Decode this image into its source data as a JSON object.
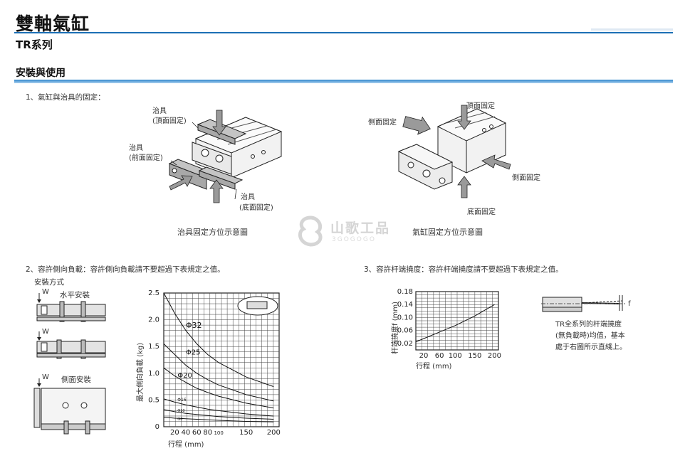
{
  "header": {
    "title": "雙軸氣缸",
    "series": "TR系列"
  },
  "section": {
    "title": "安裝與使用"
  },
  "part1": {
    "heading": "1、氣缸與治具的固定：",
    "left_labels": {
      "jig_top": "治具",
      "jig_top_sub": "(頂面固定)",
      "jig_front": "治具",
      "jig_front_sub": "(前面固定)",
      "jig_bottom": "治具",
      "jig_bottom_sub": "(底面固定)"
    },
    "left_caption": "治具固定方位示意圖",
    "right_labels": {
      "top": "頂面固定",
      "side_left": "側面固定",
      "side_right": "側面固定",
      "bottom": "底面固定"
    },
    "right_caption": "氣缸固定方位示意圖"
  },
  "watermark": {
    "main": "山歌工品",
    "sub": "3GOGOGO"
  },
  "part2": {
    "heading": "2、容許側向負載：容許側向負載請不要超過下表規定之值。",
    "install_title": "安裝方式",
    "w_label": "W",
    "horizontal": "水平安裝",
    "side": "側面安裝"
  },
  "part3": {
    "heading": "3、容許杆端撓度：容許杆端撓度請不要超過下表規定之值。",
    "f_label": "f",
    "note": [
      "TR全系列的杆端撓度",
      "(無負載時)均值，基本",
      "處于右圖所示直綫上。"
    ]
  },
  "chart_data": [
    {
      "type": "line",
      "ylabel": "最大側向負載 (kg)",
      "xlabel": "行程 (mm)",
      "x_ticks": [
        "20",
        "40",
        "60",
        "80",
        "100",
        "150",
        "200"
      ],
      "y_ticks": [
        "0",
        "0.5",
        "1.0",
        "1.5",
        "2.0",
        "2.5"
      ],
      "xlim": [
        0,
        210
      ],
      "ylim": [
        0,
        2.5
      ],
      "grid": true,
      "series": [
        {
          "name": "Φ32",
          "x": [
            0,
            20,
            40,
            60,
            80,
            100,
            150,
            200
          ],
          "y": [
            2.5,
            2.12,
            1.8,
            1.55,
            1.35,
            1.2,
            0.93,
            0.75
          ]
        },
        {
          "name": "Φ25",
          "x": [
            0,
            20,
            40,
            60,
            80,
            100,
            150,
            200
          ],
          "y": [
            1.55,
            1.35,
            1.15,
            1.0,
            0.88,
            0.78,
            0.6,
            0.48
          ]
        },
        {
          "name": "Φ20",
          "x": [
            0,
            20,
            40,
            60,
            80,
            100,
            150,
            200
          ],
          "y": [
            1.1,
            0.95,
            0.83,
            0.72,
            0.64,
            0.57,
            0.44,
            0.35
          ]
        },
        {
          "name": "Φ16",
          "x": [
            0,
            20,
            40,
            60,
            80,
            100,
            150,
            200
          ],
          "y": [
            0.52,
            0.46,
            0.41,
            0.37,
            0.33,
            0.3,
            0.24,
            0.2
          ]
        },
        {
          "name": "Φ10",
          "x": [
            0,
            20,
            40,
            60,
            80,
            100,
            150,
            200
          ],
          "y": [
            0.32,
            0.28,
            0.25,
            0.23,
            0.21,
            0.19,
            0.16,
            0.14
          ]
        },
        {
          "name": "Φ6",
          "x": [
            0,
            20,
            40,
            60,
            80,
            100,
            150,
            200
          ],
          "y": [
            0.18,
            0.16,
            0.15,
            0.14,
            0.13,
            0.12,
            0.1,
            0.09
          ]
        }
      ]
    },
    {
      "type": "line",
      "ylabel": "杆端撓度f (mm)",
      "xlabel": "行程 (mm)",
      "x_ticks": [
        "20",
        "60",
        "100",
        "150",
        "200"
      ],
      "y_ticks": [
        "0.02",
        "0.06",
        "0.10",
        "0.14",
        "0.18"
      ],
      "xlim": [
        0,
        210
      ],
      "ylim": [
        0,
        0.18
      ],
      "grid": true,
      "series": [
        {
          "x": [
            0,
            20,
            60,
            100,
            150,
            200
          ],
          "y": [
            0.025,
            0.035,
            0.055,
            0.075,
            0.105,
            0.14
          ]
        }
      ]
    }
  ]
}
